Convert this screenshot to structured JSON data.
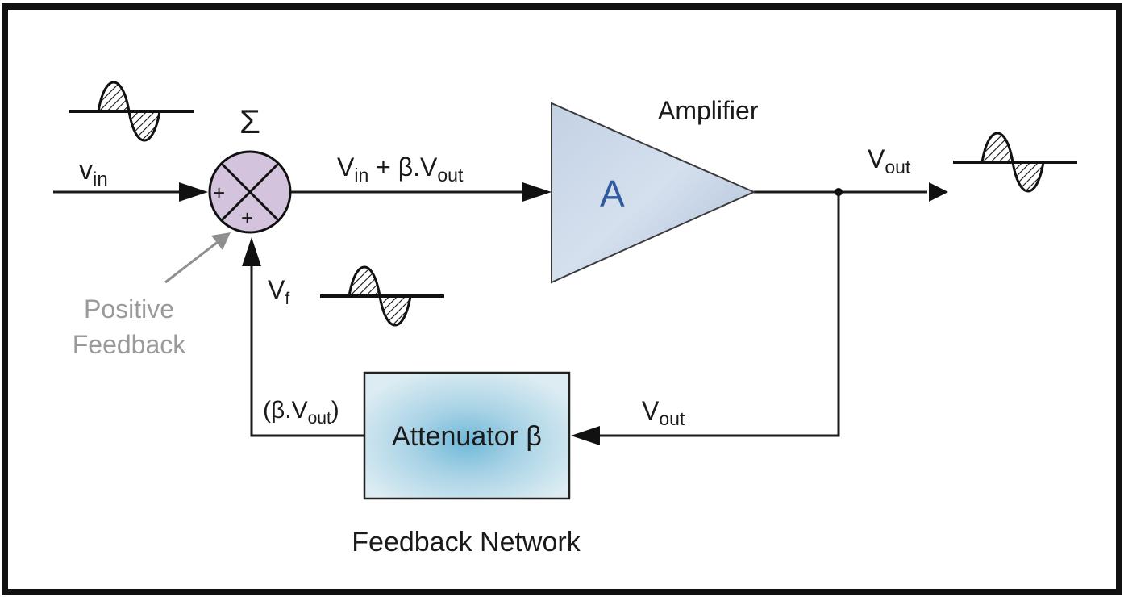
{
  "labels": {
    "vin": "v",
    "vin_sub": "in",
    "sigma": "Σ",
    "plus_left": "+",
    "plus_bottom": "+",
    "sum_out_v": "V",
    "sum_out_in_sub": "in",
    "sum_out_mid": " + β.V",
    "sum_out_out_sub": "out",
    "amp_title": "Amplifier",
    "amp_gain": "A",
    "vout_v": "V",
    "vout_sub": "out",
    "vf_v": "V",
    "vf_sub": "f",
    "positive_line1": "Positive",
    "positive_line2": "Feedback",
    "attenuator": "Attenuator β",
    "beta_vout_pre": "(β.V",
    "beta_vout_sub": "out",
    "beta_vout_post": ")",
    "vout_fb_v": "V",
    "vout_fb_sub": "out",
    "feedback_network": "Feedback Network"
  },
  "colors": {
    "amplifier_fill": "#b8c9df",
    "summing_fill": "#d3c3dd",
    "attenuator_fill": "#cfe3ec",
    "attenuator_glow": "#7fc1dc",
    "gain_text": "#2f5a9e",
    "annotation_gray": "#9a9a9a"
  }
}
